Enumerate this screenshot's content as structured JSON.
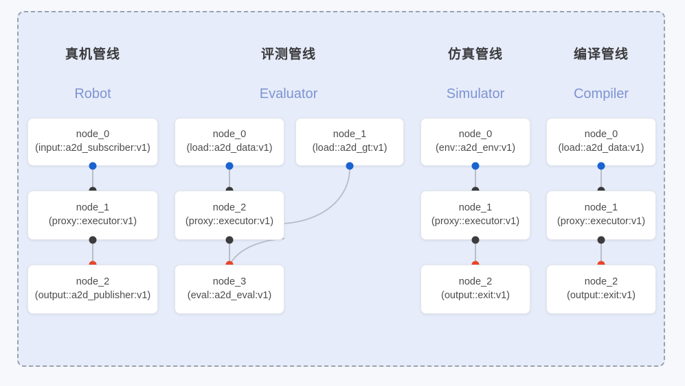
{
  "colors": {
    "page_background": "#f6f8fc",
    "panel_background": "#e6ecf9",
    "panel_border": "#9aa2ae",
    "node_background": "#ffffff",
    "node_border": "#e3e6ec",
    "title_cn": "#3a3a3c",
    "title_en": "#7e93d2",
    "port_output": "#1a63d0",
    "port_input": "#3c3c3e",
    "port_terminal": "#e8472b",
    "edge": "#b8bdc7"
  },
  "diagram": {
    "type": "pipeline-graph",
    "columns": [
      {
        "title_cn": "真机管线",
        "title_en": "Robot",
        "nodes": [
          {
            "id": "node_0",
            "type": "(input::a2d_subscriber:v1)",
            "row": 0,
            "out_port": "output-blue"
          },
          {
            "id": "node_1",
            "type": "(proxy::executor:v1)",
            "row": 1,
            "in_port": "input-dark",
            "out_port": "input-dark"
          },
          {
            "id": "node_2",
            "type": "(output::a2d_publisher:v1)",
            "row": 2,
            "in_port": "terminal-red"
          }
        ],
        "edges": [
          {
            "from": "node_0",
            "to": "node_1",
            "style": "straight"
          },
          {
            "from": "node_1",
            "to": "node_2",
            "style": "straight"
          }
        ]
      },
      {
        "title_cn": "评测管线",
        "title_en": "Evaluator",
        "nodes": [
          {
            "id": "node_0",
            "type": "(load::a2d_data:v1)",
            "row": 0,
            "out_port": "output-blue"
          },
          {
            "id": "node_1",
            "type": "(load::a2d_gt:v1)",
            "row": 0,
            "column_offset": 1,
            "out_port": "output-blue"
          },
          {
            "id": "node_2",
            "type": "(proxy::executor:v1)",
            "row": 1,
            "in_port": "input-dark",
            "out_port": "input-dark"
          },
          {
            "id": "node_3",
            "type": "(eval::a2d_eval:v1)",
            "row": 2,
            "in_port": "terminal-red"
          }
        ],
        "edges": [
          {
            "from": "node_0",
            "to": "node_2",
            "style": "straight"
          },
          {
            "from": "node_1",
            "to": "node_2",
            "style": "curved"
          },
          {
            "from": "node_2",
            "to": "node_3",
            "style": "straight"
          },
          {
            "from": "node_2",
            "to": "node_3",
            "style": "curved"
          }
        ]
      },
      {
        "title_cn": "仿真管线",
        "title_en": "Simulator",
        "nodes": [
          {
            "id": "node_0",
            "type": "(env::a2d_env:v1)",
            "row": 0,
            "out_port": "output-blue"
          },
          {
            "id": "node_1",
            "type": "(proxy::executor:v1)",
            "row": 1,
            "in_port": "input-dark",
            "out_port": "input-dark"
          },
          {
            "id": "node_2",
            "type": "(output::exit:v1)",
            "row": 2,
            "in_port": "terminal-red"
          }
        ],
        "edges": [
          {
            "from": "node_0",
            "to": "node_1",
            "style": "straight"
          },
          {
            "from": "node_1",
            "to": "node_2",
            "style": "straight"
          }
        ]
      },
      {
        "title_cn": "编译管线",
        "title_en": "Compiler",
        "nodes": [
          {
            "id": "node_0",
            "type": "(load::a2d_data:v1)",
            "row": 0,
            "out_port": "output-blue"
          },
          {
            "id": "node_1",
            "type": "(proxy::executor:v1)",
            "row": 1,
            "in_port": "input-dark",
            "out_port": "input-dark"
          },
          {
            "id": "node_2",
            "type": "(output::exit:v1)",
            "row": 2,
            "in_port": "terminal-red"
          }
        ],
        "edges": [
          {
            "from": "node_0",
            "to": "node_1",
            "style": "straight"
          },
          {
            "from": "node_1",
            "to": "node_2",
            "style": "straight"
          }
        ]
      }
    ]
  }
}
